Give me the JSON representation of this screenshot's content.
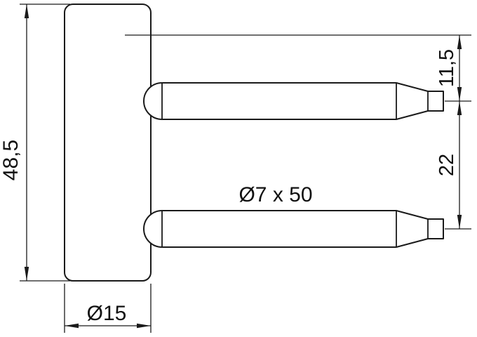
{
  "background": "#ffffff",
  "line_color": "#1a1a1a",
  "labels": {
    "overall_height": "48,5",
    "pin_offset_top": "11,5",
    "pin_spacing": "22",
    "pin_spec": "Ø7 x 50",
    "body_diameter": "Ø15"
  }
}
